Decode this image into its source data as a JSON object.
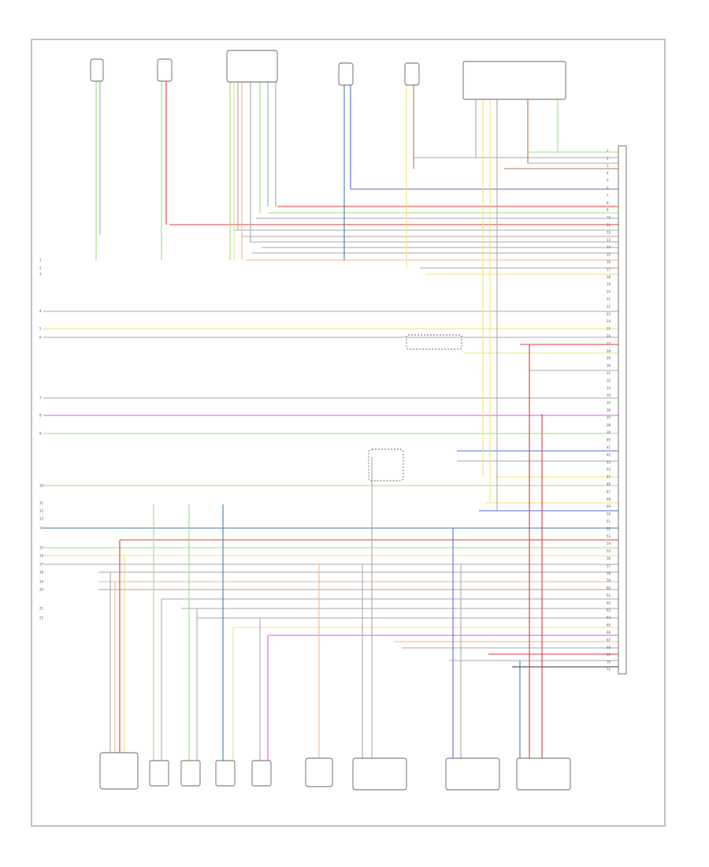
{
  "figure_code": "",
  "colors": {
    "green": "#9be07a",
    "grey": "#a9a9a9",
    "red": "#e23a3a",
    "yellow": "#f1e27a",
    "orange": "#f3b78a",
    "blue": "#5a6ae8",
    "violet": "#e45ae4",
    "teal": "#3f7fa8",
    "brown": "#b57a4a",
    "black": "#333333"
  },
  "top_components": [
    {
      "id": "c1",
      "label": ""
    },
    {
      "id": "c2",
      "label": ""
    },
    {
      "id": "c3",
      "label": ""
    },
    {
      "id": "c4",
      "label": ""
    },
    {
      "id": "c5",
      "label": ""
    },
    {
      "id": "c6",
      "label": ""
    },
    {
      "id": "c7",
      "label": ""
    }
  ],
  "bottom_components": [
    {
      "id": "b1",
      "label": ""
    },
    {
      "id": "b2",
      "label": ""
    },
    {
      "id": "b3",
      "label": ""
    },
    {
      "id": "b4",
      "label": ""
    },
    {
      "id": "b5",
      "label": ""
    },
    {
      "id": "b6",
      "label": ""
    }
  ],
  "ecm_label": "",
  "middle_labels": [
    ""
  ],
  "left_pins": [
    "1",
    "2",
    "3",
    "4",
    "5",
    "6",
    "7",
    "8",
    "9",
    "10",
    "11",
    "12",
    "13",
    "14",
    "15",
    "16",
    "17",
    "18",
    "19",
    "20",
    "21",
    "22"
  ],
  "right_pins": [
    "1",
    "2",
    "3",
    "4",
    "5",
    "6",
    "7",
    "8",
    "9",
    "10",
    "11",
    "12",
    "13",
    "14",
    "15",
    "16",
    "17",
    "18",
    "19",
    "20",
    "21",
    "22",
    "23",
    "24",
    "25",
    "26",
    "27",
    "28",
    "29",
    "30",
    "31",
    "32",
    "33",
    "34",
    "35",
    "36",
    "37",
    "38",
    "39",
    "40",
    "41",
    "42",
    "43",
    "44",
    "45",
    "46",
    "47",
    "48",
    "49",
    "50",
    "51",
    "52",
    "53",
    "54",
    "55",
    "56",
    "57",
    "58",
    "59",
    "60",
    "61",
    "62",
    "63",
    "64",
    "65",
    "66",
    "67",
    "68",
    "69",
    "70",
    "71"
  ]
}
